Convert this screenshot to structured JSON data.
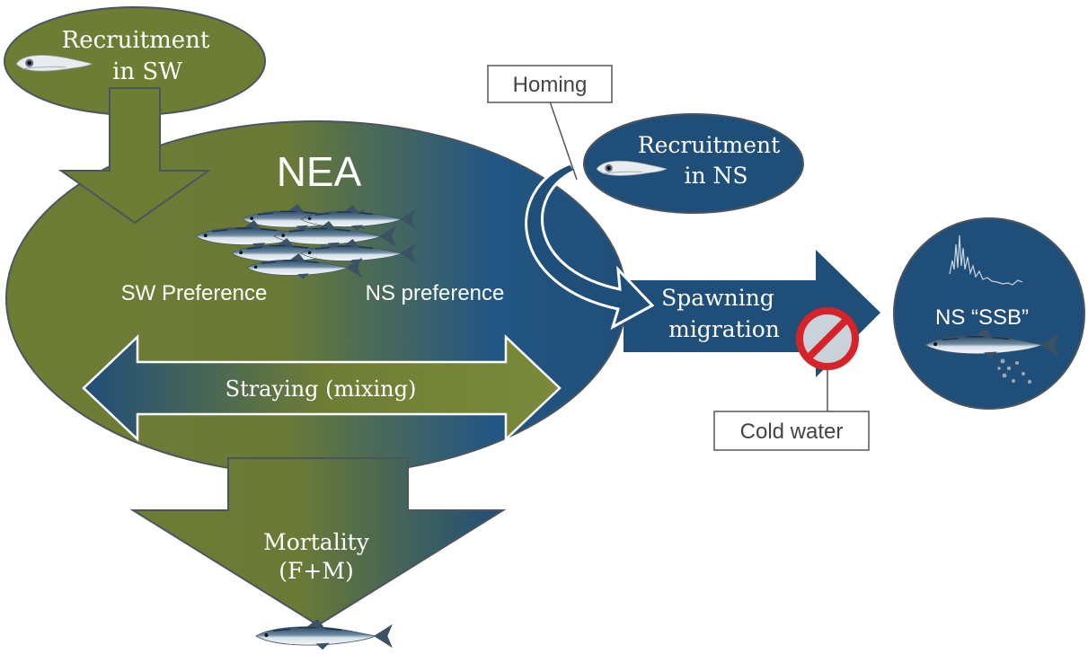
{
  "diagram": {
    "recruitment_sw": [
      "Recruitment",
      "in SW"
    ],
    "recruitment_ns": [
      "Recruitment",
      "in NS"
    ],
    "nea_title": "NEA",
    "sw_preference": "SW Preference",
    "ns_preference": "NS preference",
    "straying": "Straying (mixing)",
    "homing": "Homing",
    "spawning_migration": [
      "Spawning",
      "migration"
    ],
    "cold_water": "Cold water",
    "ns_ssb": "NS “SSB”",
    "mortality": [
      "Mortality",
      "(F+M)"
    ]
  },
  "colors": {
    "green": "#6e7d34",
    "blue": "#1f4e79",
    "outline": "#4a5560",
    "no_sign_red": "#d5232a"
  },
  "icons": [
    "larva-icon",
    "mackerel-school-icon",
    "mackerel-icon",
    "prohibition-sign-icon",
    "ssb-timeseries-icon",
    "eggs-icon"
  ]
}
